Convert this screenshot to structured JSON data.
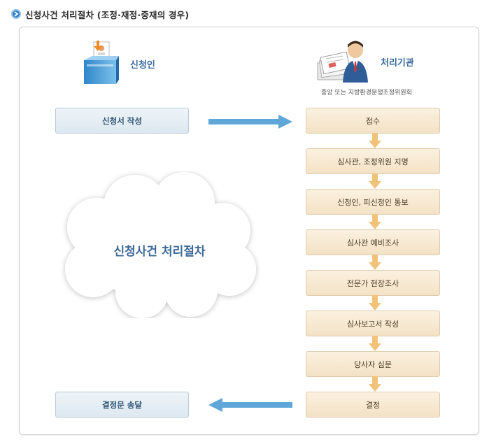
{
  "header": {
    "title": "신청사건 처리절차 (조정·재정·중재의 경우)"
  },
  "applicant": {
    "label": "신청인"
  },
  "agency": {
    "label": "처리기관",
    "sublabel": "중앙 또는 지방환경분쟁조정위원회"
  },
  "left_boxes": {
    "application": "신청서 작성",
    "delivery": "결정문 송달"
  },
  "cloud": {
    "label": "신청사건 처리절차"
  },
  "steps": [
    "접수",
    "심사관, 조정위원 지명",
    "신청인, 피신청인 통보",
    "심사관 예비조사",
    "전문가 현장조사",
    "심사보고서 작성",
    "당사자 심문",
    "결정"
  ],
  "colors": {
    "blue_arrow": "#5ea7d8",
    "orange_arrow": "#f1c27a",
    "step_fill": "#f6e8d0",
    "left_fill": "#e4edf3"
  }
}
